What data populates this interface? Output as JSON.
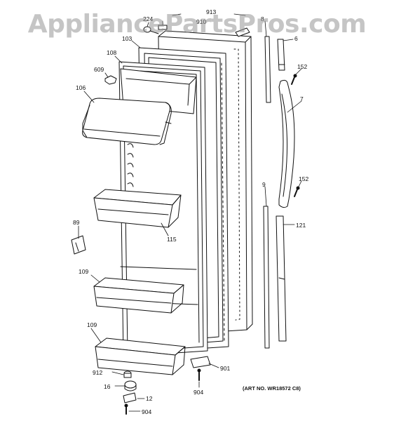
{
  "watermark": "AppliancePartsPros.com",
  "art_number": "(ART NO. WR18572 C8)",
  "callouts": {
    "c913": "913",
    "c224": "224",
    "c910": "910",
    "c103": "103",
    "c8": "8",
    "c6": "6",
    "c108": "108",
    "c609": "609",
    "c152a": "152",
    "c106": "106",
    "c7": "7",
    "c9": "9",
    "c152b": "152",
    "c121": "121",
    "c89": "89",
    "c115": "115",
    "c109a": "109",
    "c109b": "109",
    "c901": "901",
    "c912": "912",
    "c16": "16",
    "c904a": "904",
    "c12": "12",
    "c904b": "904"
  }
}
